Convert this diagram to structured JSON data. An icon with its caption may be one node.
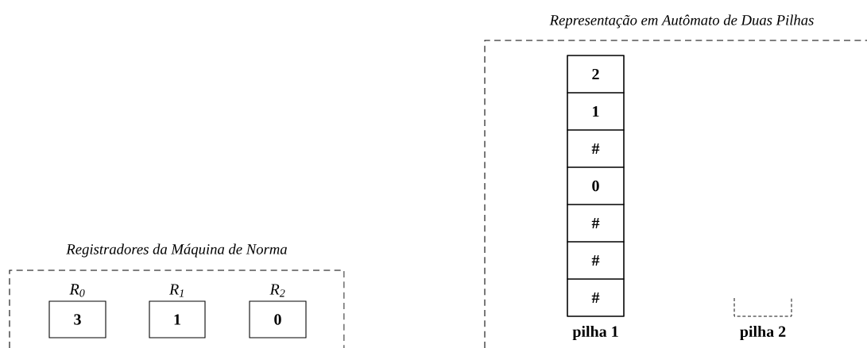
{
  "diagram": {
    "nodes": [
      {
        "text": [
          "Registradores da Máquina de Norma"
        ]
      },
      {
        "text": [
          "R$_{0}$",
          "3"
        ],
        "in": 0
      },
      {
        "text": [
          "R$_{1}$",
          "1"
        ],
        "in": 0
      },
      {
        "text": [
          "R$_{2}$",
          "0"
        ],
        "in": 0
      },
      {
        "text": [
          "Representação em Autômato de Duas Pilhas"
        ]
      },
      {
        "text": [],
        "shape": "box",
        "in": 4,
        "beside": [
          "pilha 1"
        ]
      },
      {
        "text": [
          "2"
        ],
        "in": 5
      },
      {
        "text": [
          "1"
        ],
        "in": 5
      },
      {
        "text": [
          "#"
        ],
        "in": 5
      },
      {
        "text": [
          "0"
        ],
        "in": 5
      },
      {
        "text": [
          "#"
        ],
        "in": 5
      },
      {
        "text": [
          "#"
        ],
        "in": 5
      },
      {
        "text": [
          "#"
        ],
        "in": 5
      },
      {
        "text": [],
        "shape": "box",
        "in": 4,
        "beside": [
          "pilha 2"
        ]
      }
    ]
  }
}
